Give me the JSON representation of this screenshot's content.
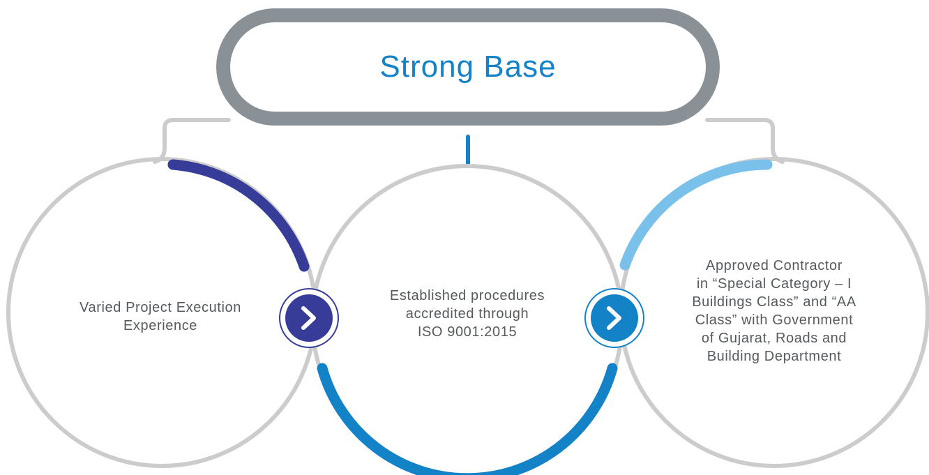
{
  "title": "Strong Base",
  "items": [
    {
      "text": "Varied Project Execution\nExperience"
    },
    {
      "text": "Established procedures\naccredited through\nISO 9001:2015"
    },
    {
      "text": "Approved Contractor\nin “Special Category – I\nBuildings Class” and “AA\nClass” with Government\nof Gujarat, Roads and\nBuilding Department"
    }
  ],
  "colors": {
    "frame": "#8a9196",
    "circle": "#cccccc",
    "dark_blue": "#363c97",
    "mid_blue": "#1382c7",
    "light_blue": "#79c1ea",
    "title": "#1382c7",
    "text": "#555a5e"
  },
  "icons": [
    "chevron-right-icon",
    "chevron-right-icon"
  ]
}
